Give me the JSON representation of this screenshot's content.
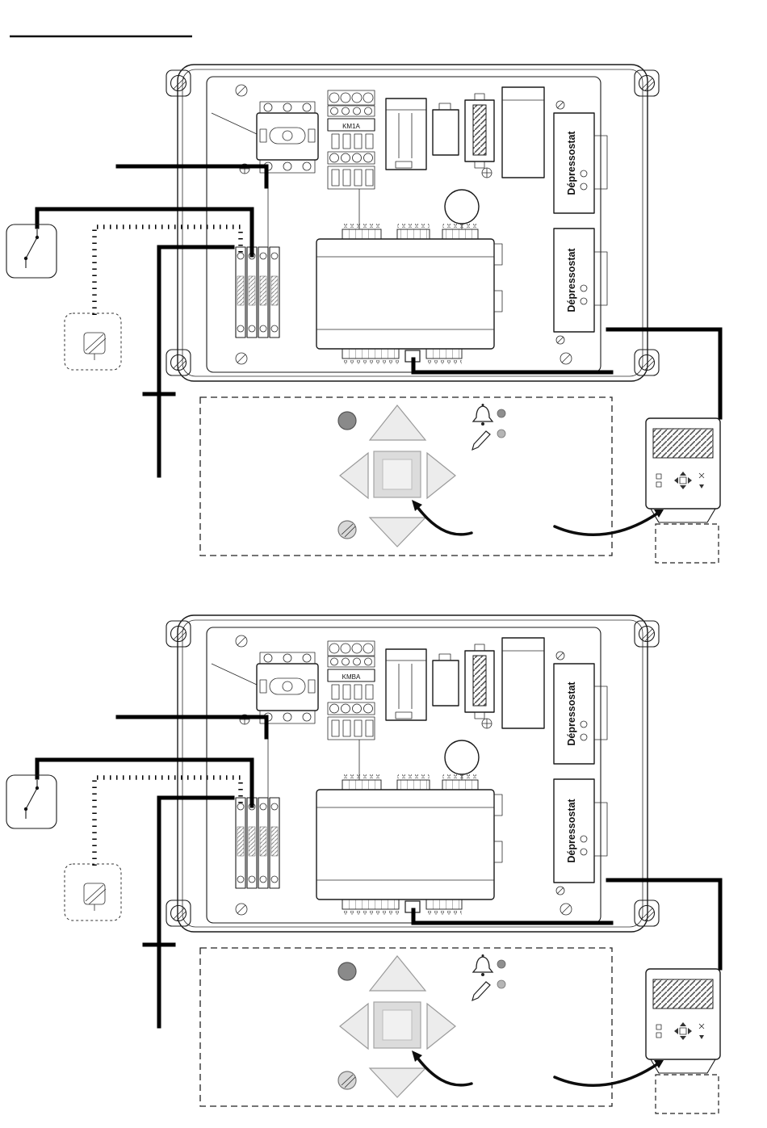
{
  "diagram": {
    "type": "wiring-diagram",
    "units": [
      {
        "name": "unit-1",
        "contactor_label": "KM1A",
        "pressure_switch_labels": [
          "Dépressostat",
          "Dépressostat"
        ]
      },
      {
        "name": "unit-2",
        "contactor_label": "KMBA",
        "pressure_switch_labels": [
          "Dépressostat",
          "Dépressostat"
        ]
      }
    ],
    "colors": {
      "line": "#1a1a1a",
      "wire": "#000000",
      "button_dark": "#8a8a8a",
      "key_light": "#ececec",
      "key_mid": "#dcdcdc"
    }
  }
}
